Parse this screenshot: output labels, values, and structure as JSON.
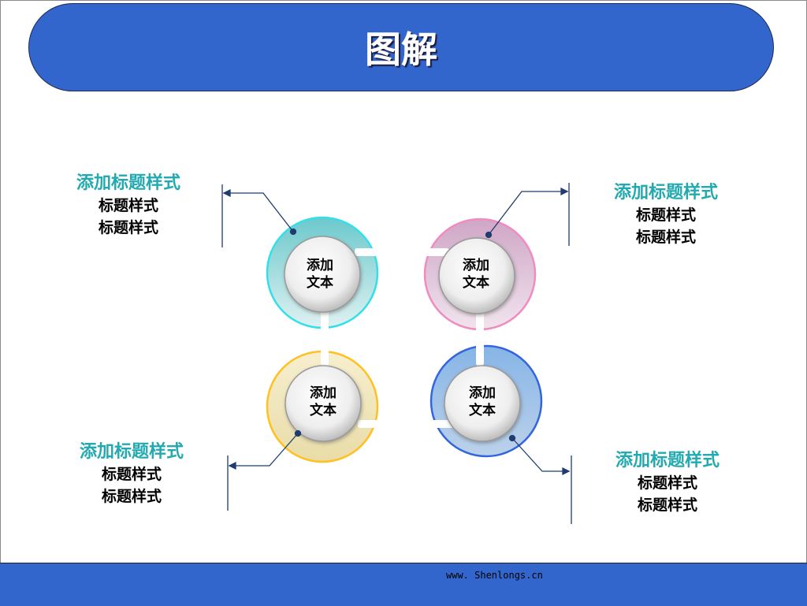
{
  "slide": {
    "title": "图解",
    "footer_url": "www. Shenlongs.cn"
  },
  "nodes": [
    {
      "id": "top-left",
      "line1": "添加",
      "line2": "文本",
      "ring_color": "#7fd4d8",
      "ring_edge": "#33e0e8"
    },
    {
      "id": "top-right",
      "line1": "添加",
      "line2": "文本",
      "ring_color": "#d8b3d0",
      "ring_edge": "#f08cc0"
    },
    {
      "id": "bottom-left",
      "line1": "添加",
      "line2": "文本",
      "ring_color": "#efe4b8",
      "ring_edge": "#ffc020"
    },
    {
      "id": "bottom-right",
      "line1": "添加",
      "line2": "文本",
      "ring_color": "#9cc2e8",
      "ring_edge": "#3366dd"
    }
  ],
  "labels": [
    {
      "id": "top-left",
      "title": "添加标题样式",
      "line1": "标题样式",
      "line2": "标题样式"
    },
    {
      "id": "top-right",
      "title": "添加标题样式",
      "line1": "标题样式",
      "line2": "标题样式"
    },
    {
      "id": "bottom-left",
      "title": "添加标题样式",
      "line1": "标题样式",
      "line2": "标题样式"
    },
    {
      "id": "bottom-right",
      "title": "添加标题样式",
      "line1": "标题样式",
      "line2": "标题样式"
    }
  ],
  "colors": {
    "banner": "#3366cc",
    "label_title": "#22aab0",
    "connector": "#1f3c6e"
  }
}
